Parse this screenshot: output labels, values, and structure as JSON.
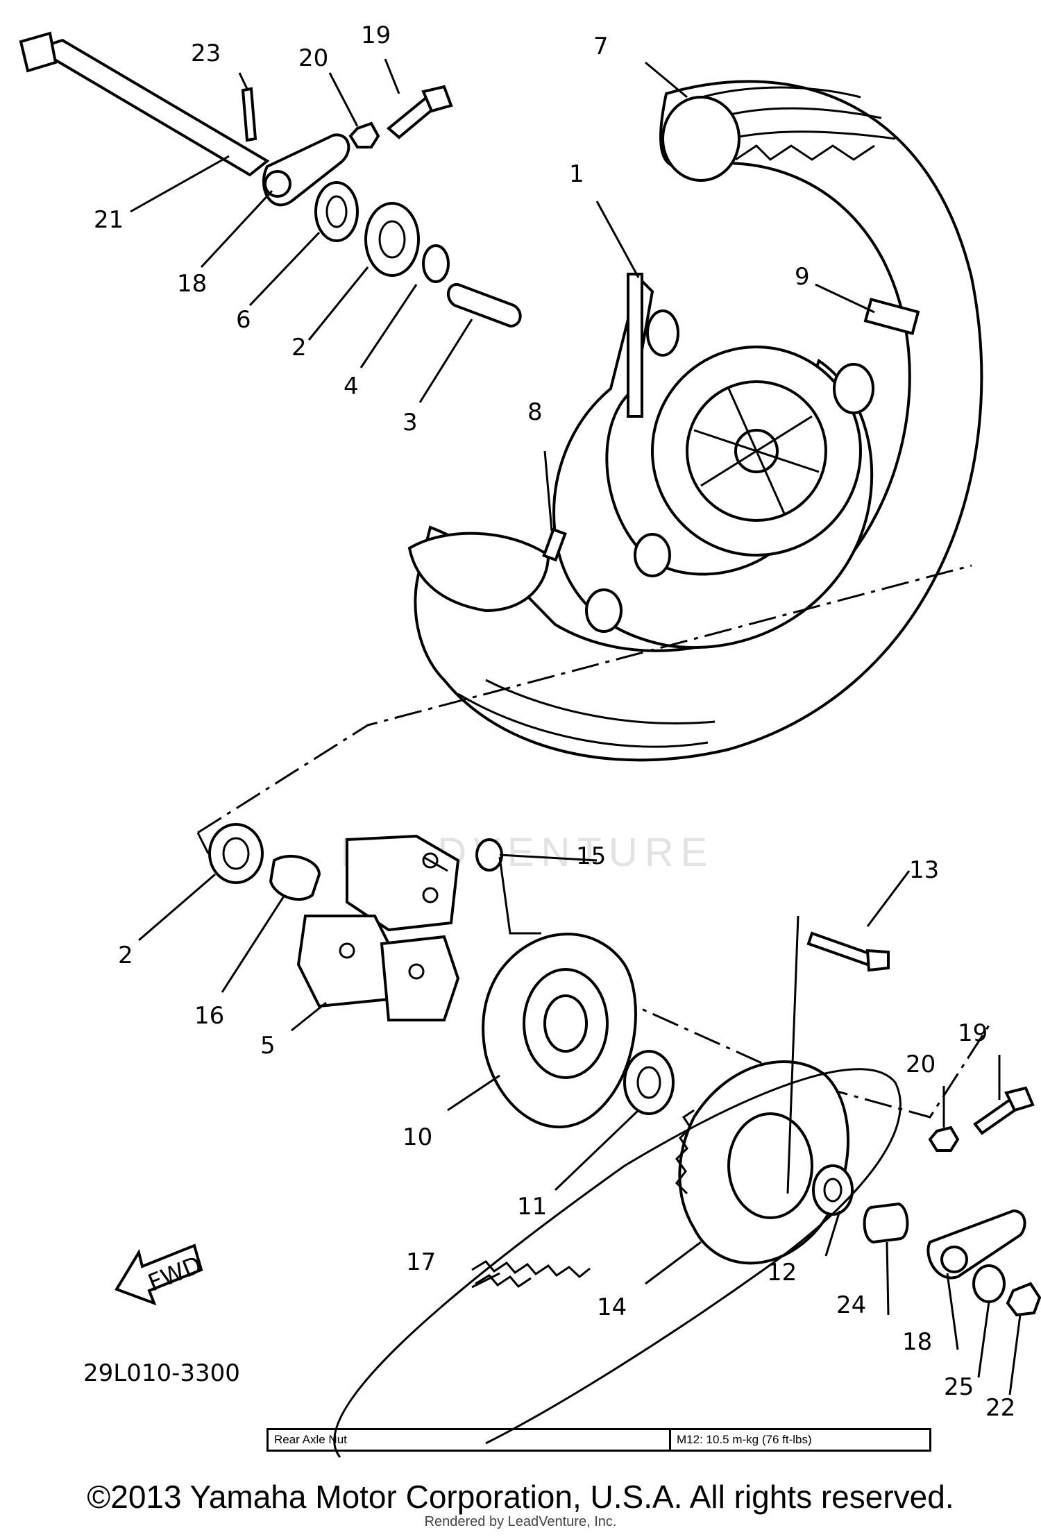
{
  "diagram": {
    "drawing_number": "29L010-3300",
    "fwd_label": "FWD",
    "callouts": {
      "c1": "1",
      "c2a": "2",
      "c2b": "2",
      "c3": "3",
      "c4": "4",
      "c5": "5",
      "c6": "6",
      "c7": "7",
      "c8": "8",
      "c9": "9",
      "c10": "10",
      "c11": "11",
      "c12": "12",
      "c13": "13",
      "c14": "14",
      "c15": "15",
      "c16": "16",
      "c17": "17",
      "c18a": "18",
      "c18b": "18",
      "c19a": "19",
      "c19b": "19",
      "c20a": "20",
      "c20b": "20",
      "c21": "21",
      "c22": "22",
      "c23": "23",
      "c24": "24",
      "c25": "25"
    }
  },
  "spec_table": {
    "label": "Rear Axle Nut",
    "value": "M12: 10.5 m-kg (76 ft-lbs)"
  },
  "watermark": "LEADVENTURE",
  "footer": {
    "copyright": "©2013 Yamaha Motor Corporation, U.S.A. All rights reserved.",
    "rendered_by": "Rendered by LeadVenture, Inc."
  }
}
